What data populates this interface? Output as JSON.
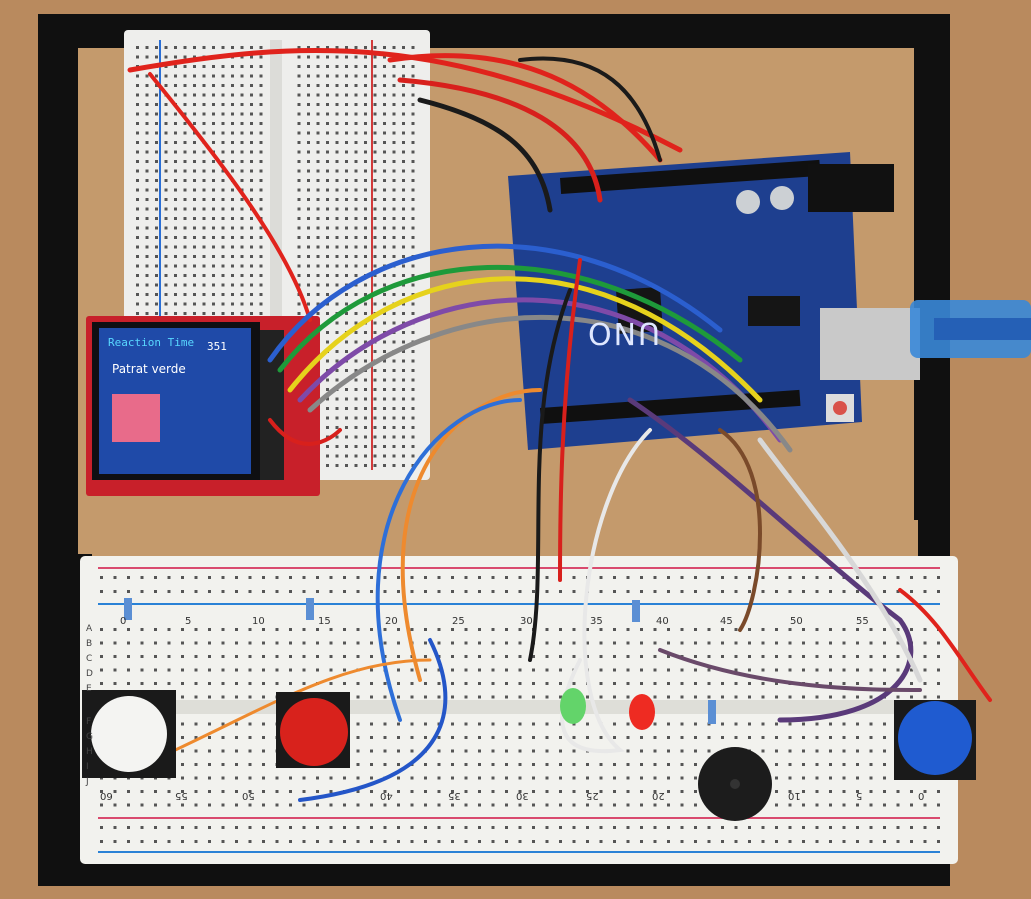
{
  "tft_display": {
    "title": "Reaction Time",
    "score": "351",
    "message": "Patrat verde",
    "square_color": "#e86b8a",
    "screen_color": "#1f4aa8"
  },
  "arduino": {
    "board_label": "UNO",
    "color": "#1e3f8f"
  },
  "breadboard": {
    "column_numbers_top": [
      "0",
      "5",
      "10",
      "15",
      "20",
      "25",
      "30",
      "35",
      "40",
      "45",
      "50",
      "55"
    ],
    "column_numbers_bottom": [
      "60",
      "55",
      "50",
      "40",
      "35",
      "30",
      "25",
      "20",
      "10",
      "5",
      "0"
    ],
    "row_letters": [
      "A",
      "B",
      "C",
      "D",
      "E",
      "F",
      "G",
      "H",
      "I",
      "J"
    ]
  },
  "components": {
    "buttons": [
      {
        "name": "white",
        "color": "#f4f4f2"
      },
      {
        "name": "red",
        "color": "#d8221c"
      },
      {
        "name": "blue",
        "color": "#1f5bd0"
      }
    ],
    "leds": [
      {
        "name": "green",
        "color": "#63d46a"
      },
      {
        "name": "red",
        "color": "#ee2b22"
      }
    ],
    "buzzer": {
      "color": "#1c1c1c"
    }
  }
}
